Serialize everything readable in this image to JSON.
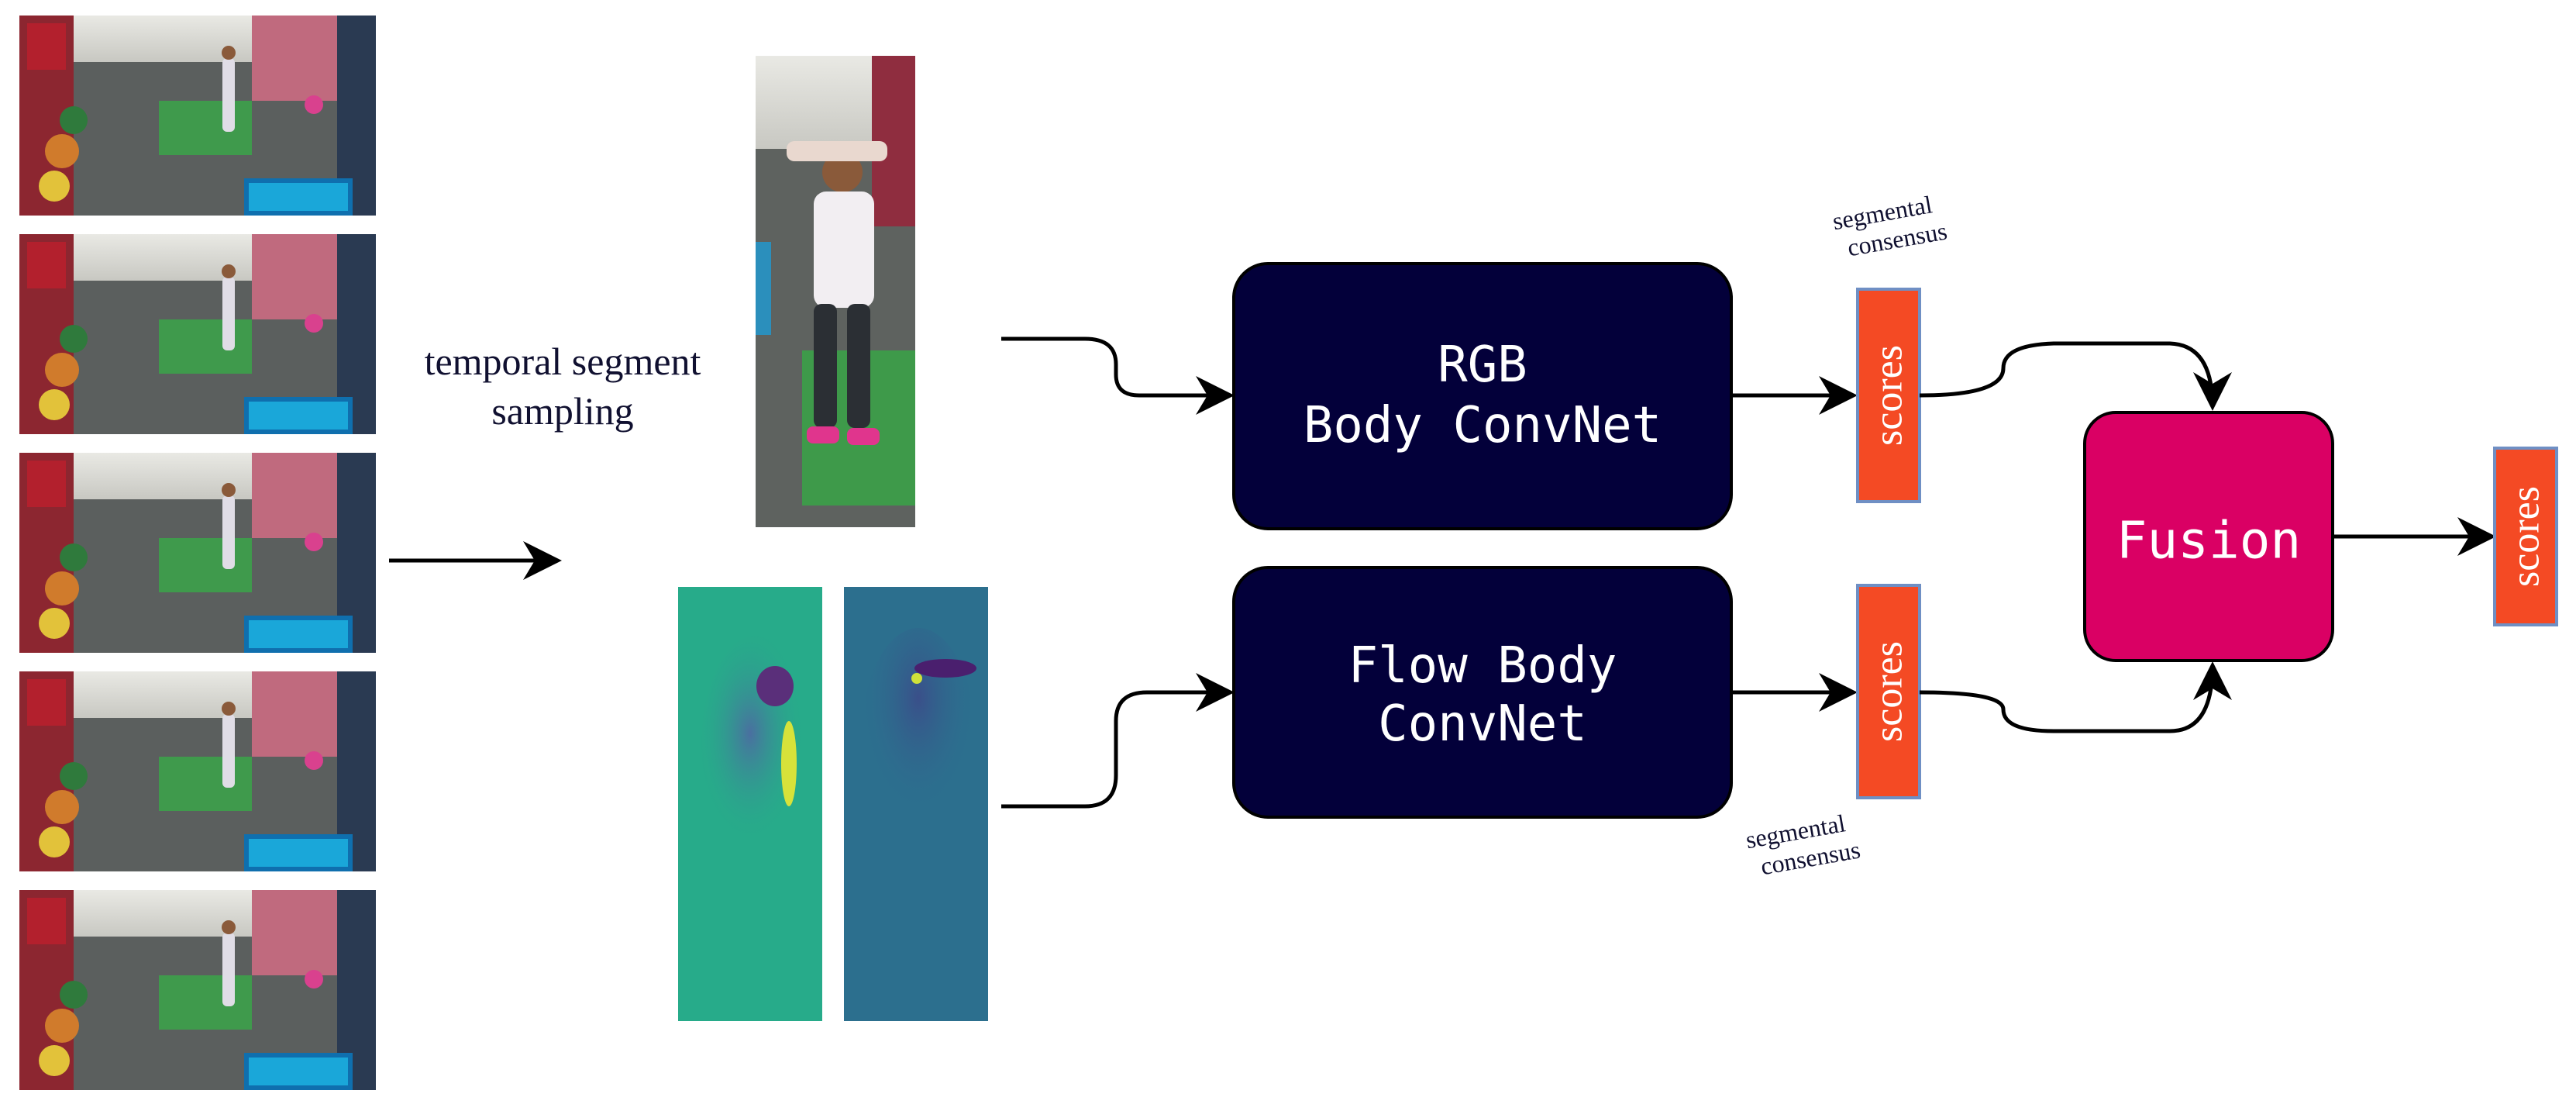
{
  "labels": {
    "sampling_line1": "temporal segment",
    "sampling_line2": "sampling",
    "consensus_top_line1": "segmental",
    "consensus_top_line2": "consensus",
    "consensus_bottom_line1": "segmental",
    "consensus_bottom_line2": "consensus"
  },
  "nodes": {
    "rgb_net": {
      "line1": "RGB",
      "line2": "Body ConvNet"
    },
    "flow_net": {
      "line1": "Flow Body",
      "line2": "ConvNet"
    },
    "fusion": {
      "label": "Fusion"
    },
    "scores_rgb": {
      "label": "scores"
    },
    "scores_flow": {
      "label": "scores"
    },
    "scores_final": {
      "label": "scores"
    }
  },
  "colors": {
    "convnet_fill": "#03003a",
    "fusion_fill": "#da0064",
    "scores_fill": "#f44a24",
    "scores_border": "#6f8fc4",
    "flow_x_fill": "#27ab8a",
    "flow_y_fill": "#2c6f8e",
    "text_dark": "#101030"
  }
}
